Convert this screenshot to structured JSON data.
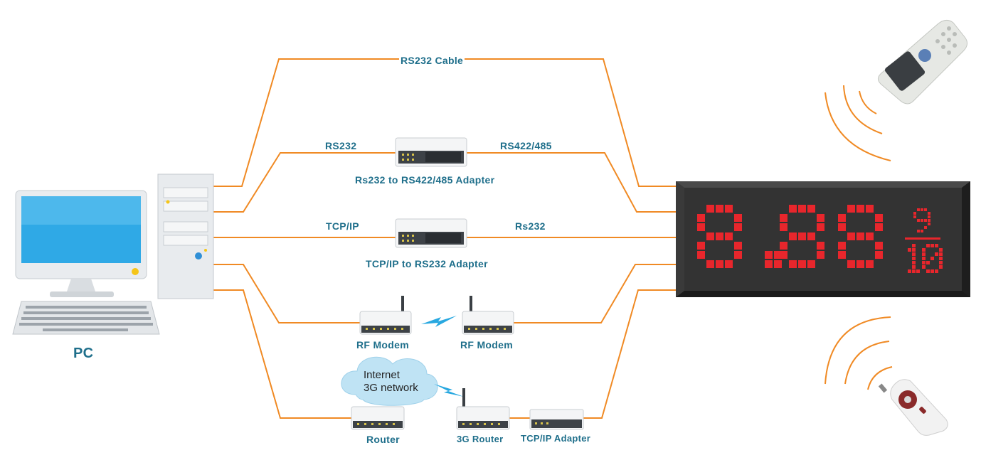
{
  "pc": {
    "label": "PC"
  },
  "links": {
    "rs232_cable": "RS232 Cable",
    "rs232": "RS232",
    "rs422_485": "RS422/485",
    "adapter_rs232_rs422": "Rs232 to RS422/485 Adapter",
    "tcpip": "TCP/IP",
    "rs232_lower": "Rs232",
    "adapter_tcpip_rs232": "TCP/IP to RS232 Adapter",
    "rf_modem_1": "RF Modem",
    "rf_modem_2": "RF Modem",
    "router": "Router",
    "router_3g": "3G Router",
    "tcpip_adapter": "TCP/IP Adapter"
  },
  "cloud": {
    "line1": "Internet",
    "line2": "3G network"
  },
  "display": {
    "digits": "8.88",
    "fraction_top": "9",
    "fraction_bottom": "10",
    "led_color": "#e8262c",
    "frame_color": "#2b2b2b"
  },
  "colors": {
    "wire": "#f08a24",
    "label": "#1f6f8b",
    "signal": "#28a8e0"
  },
  "icons": [
    "desktop-computer-icon",
    "ir-remote-icon",
    "rf-remote-icon",
    "wireless-signal-icon"
  ]
}
